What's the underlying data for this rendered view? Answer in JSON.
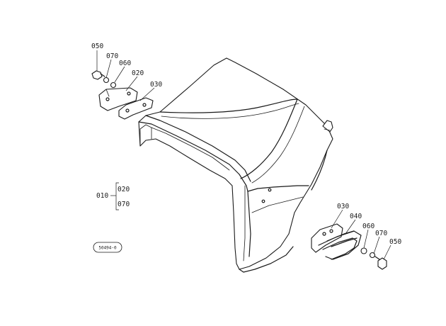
{
  "callouts": {
    "top_left_050": "050",
    "top_left_070": "070",
    "top_left_060": "060",
    "top_left_020": "020",
    "top_left_030": "030",
    "right_030": "030",
    "right_040": "040",
    "right_060": "060",
    "right_070": "070",
    "right_050": "050",
    "group_010": "010",
    "group_020": "020",
    "group_070": "070"
  },
  "badge": {
    "code": "50494-0"
  }
}
